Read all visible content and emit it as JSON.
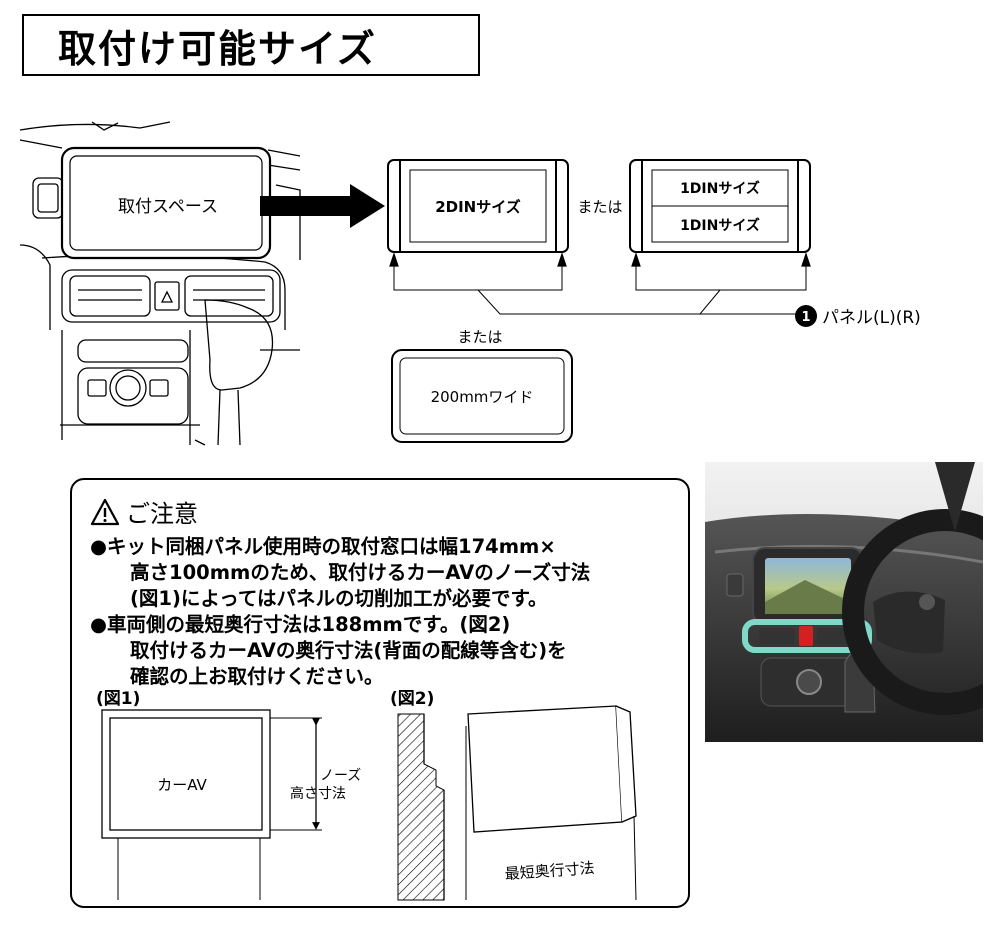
{
  "title": "取付け可能サイズ",
  "top_diagram": {
    "space_label": "取付スペース",
    "din2_label": "2DINサイズ",
    "or_label_1": "または",
    "din1_top_label": "1DINサイズ",
    "din1_bottom_label": "1DINサイズ",
    "panel_label": "パネル(L)(R)",
    "panel_marker": "❶",
    "or_label_2": "または",
    "wide_label": "200mmワイド"
  },
  "notice": {
    "heading": "ご注意",
    "lines": [
      "●キット同梱パネル使用時の取付窓口は幅174mm×",
      "高さ100mmのため、取付けるカーAVのノーズ寸法",
      "(図1)によってはパネルの切削加工が必要です。",
      "●車両側の最短奥行寸法は188mmです。(図2)",
      "取付けるカーAVの奥行寸法(背面の配線等含む)を",
      "確認の上お取付けください。"
    ],
    "fig1_label": "(図1)",
    "fig1_box_label": "カーAV",
    "fig1_dim_label_1": "ノーズ",
    "fig1_dim_label_2": "高さ寸法",
    "fig2_label": "(図2)",
    "fig2_dim_label": "最短奥行寸法"
  },
  "colors": {
    "accent_mint": "#7fd8c8",
    "hazard_red": "#d42020",
    "screen_green": "#6aa84f"
  }
}
